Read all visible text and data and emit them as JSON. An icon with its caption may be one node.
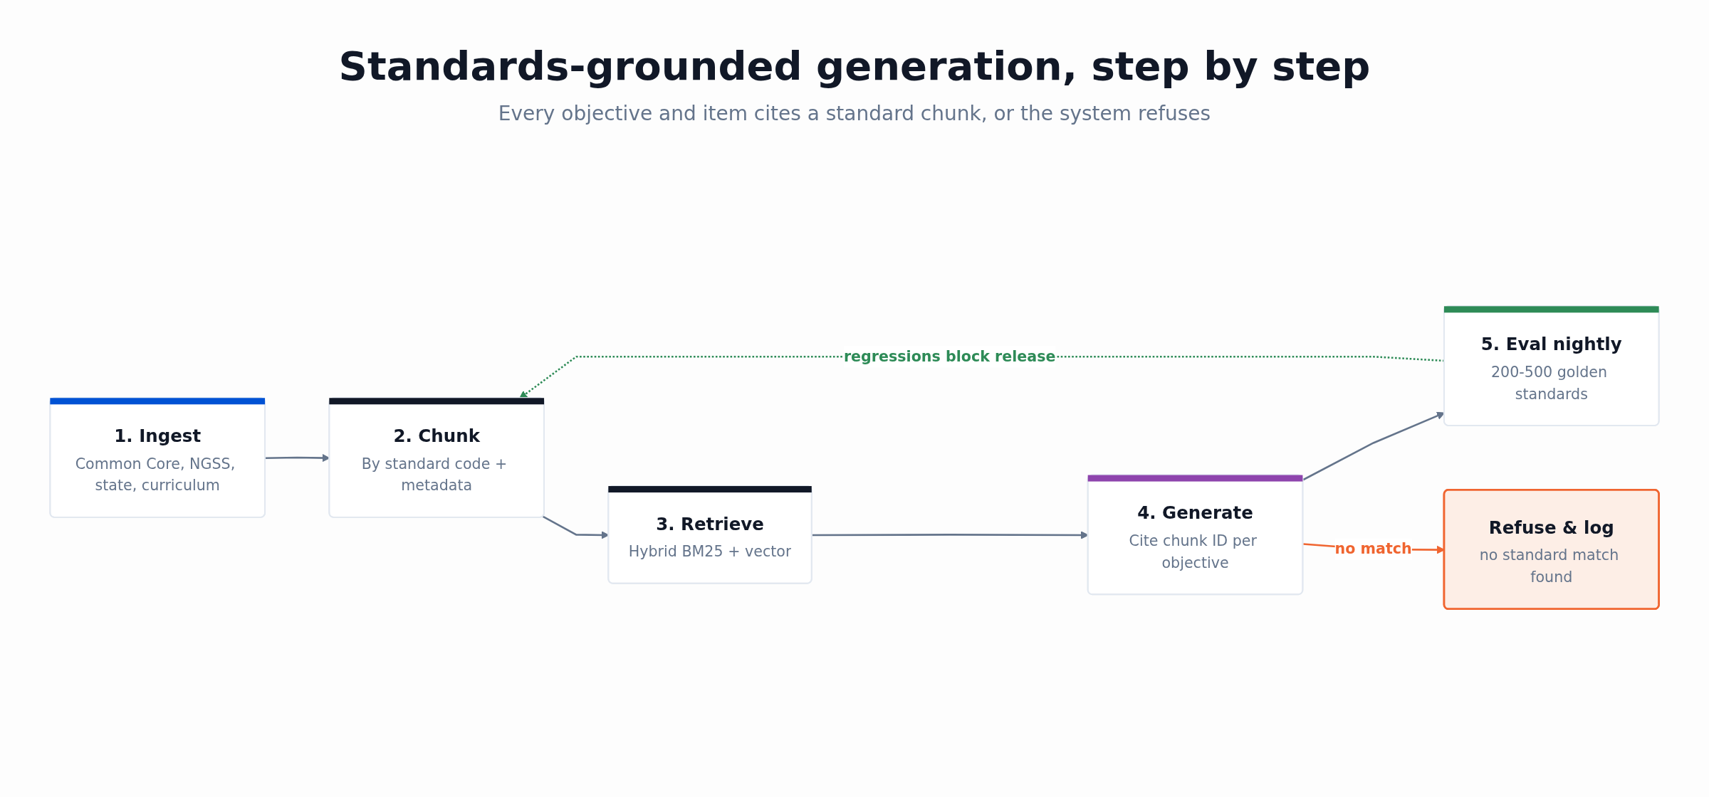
{
  "diagram": {
    "title": "Standards-grounded generation, step by step",
    "nodes": [
      {
        "text": [
          "1. Ingest",
          "Common Core, NGSS, state, curriculum"
        ]
      },
      {
        "text": [
          "2. Chunk",
          "By standard code + metadata"
        ]
      },
      {
        "text": [
          "3. Retrieve",
          "Hybrid BM25 + vector"
        ]
      },
      {
        "text": [
          "4. Generate",
          "Cite chunk ID per objective"
        ]
      },
      {
        "text": [
          "5. Eval nightly",
          "200-500 golden standards"
        ]
      },
      {
        "text": [
          "Refuse & log",
          "no standard match found"
        ]
      }
    ],
    "edges": [
      {
        "from": 0,
        "to": 1,
        "arrow": "to"
      },
      {
        "from": 1,
        "to": 2,
        "arrow": "to"
      },
      {
        "from": 2,
        "to": 3,
        "arrow": "to"
      },
      {
        "from": 3,
        "to": 4,
        "arrow": "to"
      },
      {
        "from": 3,
        "to": 5,
        "arrow": "to",
        "label": "no match",
        "color": "#f06530"
      },
      {
        "from": 4,
        "to": 1,
        "arrow": "to",
        "label": "regressions block release",
        "style": "dashed",
        "color": "#2e8b57"
      }
    ],
    "labels": [
      "Every objective and item cites a standard chunk, or the system refuses"
    ]
  }
}
